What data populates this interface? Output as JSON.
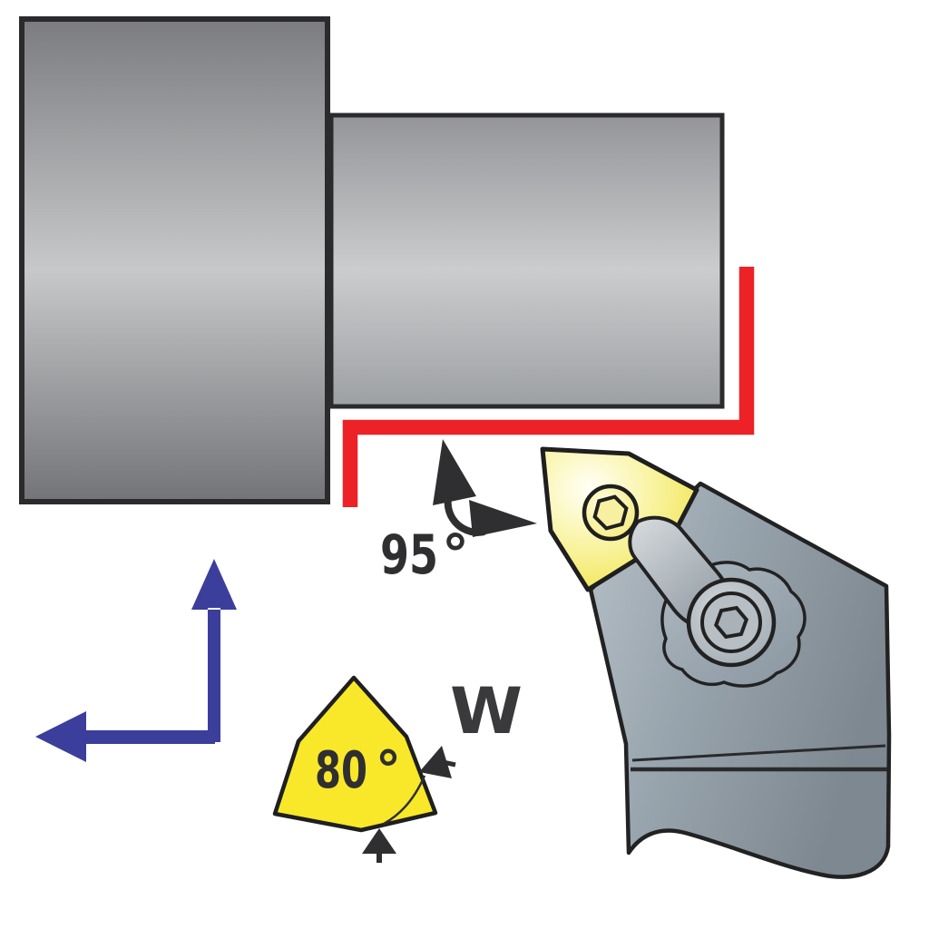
{
  "annotations": {
    "entering_angle": {
      "value": "95",
      "degree": "°"
    },
    "insert_angle": {
      "value": "80",
      "degree": "°"
    },
    "insert_code": {
      "value": "W"
    }
  },
  "colors": {
    "cutting_path_red": "#EC2227",
    "feed_arrow_blue": "#3B3E9B",
    "insert_yellow": "#F8E829",
    "annotation_black": "#2F2F31",
    "outline_dark": "#222222"
  },
  "icons": {
    "feed_direction_arrows": "L-shaped arrows pointing up and left",
    "entering_angle_marker": "angle arc with two arrowheads",
    "insert_angle_marker": "angle arc with two arrowheads",
    "insert_screw": "hex-socket screw",
    "clamp_screw": "hex-socket screw"
  }
}
